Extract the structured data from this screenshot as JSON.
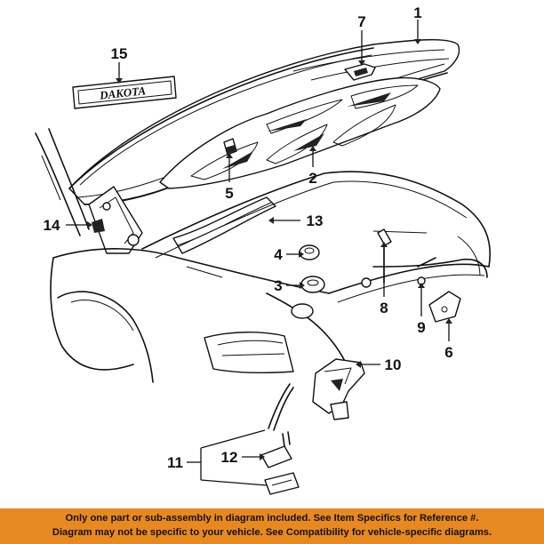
{
  "callouts": [
    {
      "id": "p1",
      "label": "1"
    },
    {
      "id": "p2",
      "label": "2"
    },
    {
      "id": "p3",
      "label": "3"
    },
    {
      "id": "p4",
      "label": "4"
    },
    {
      "id": "p5",
      "label": "5"
    },
    {
      "id": "p6",
      "label": "6"
    },
    {
      "id": "p7",
      "label": "7"
    },
    {
      "id": "p8",
      "label": "8"
    },
    {
      "id": "p9",
      "label": "9"
    },
    {
      "id": "p10",
      "label": "10"
    },
    {
      "id": "p11",
      "label": "11"
    },
    {
      "id": "p12",
      "label": "12"
    },
    {
      "id": "p13",
      "label": "13"
    },
    {
      "id": "p14",
      "label": "14"
    },
    {
      "id": "p15",
      "label": "15"
    }
  ],
  "emblem_text": "DAKOTA",
  "disclaimer": {
    "line1": "Only one part or sub-assembly in diagram included. See Item Specifics for Reference #.",
    "line2": "Diagram may not be specific to your vehicle. See Compatibility for vehicle-specific diagrams.",
    "background": "#e8891f"
  }
}
